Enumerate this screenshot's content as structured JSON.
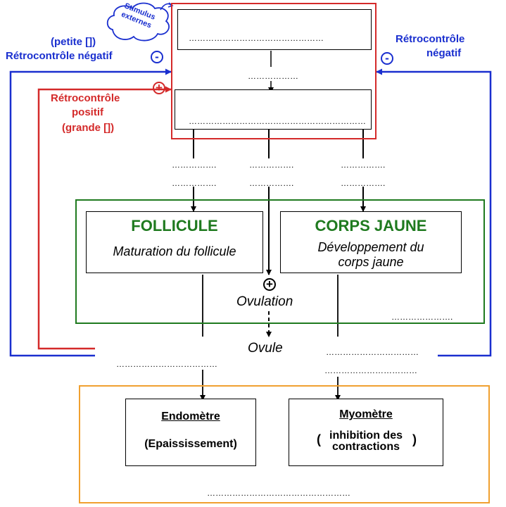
{
  "stimulus": "Stimulus externes",
  "neg_feedback_left": {
    "concentration": "(petite [])",
    "label": "Rétrocontrôle négatif",
    "sign": "-"
  },
  "neg_feedback_right": {
    "line1": "Rétrocontrôle",
    "line2": "négatif",
    "sign": "-"
  },
  "pos_feedback": {
    "line1": "Rétrocontrôle",
    "line2": "positif",
    "concentration": "(grande [])",
    "sign": "+"
  },
  "blanks": {
    "top_box": "…………………………………………",
    "middle": "………………",
    "second_box": "………………………………………………………",
    "col1_line1": "…………….",
    "col1_line2": "…………….",
    "col2_line1": "…………….",
    "col2_line2": "…………….",
    "col3_line1": "…………….",
    "col3_line2": "…………….",
    "green_right": "………………….",
    "left_hormone": "………………………………",
    "right_hormone1": "……………………………",
    "right_hormone2": "……………………………",
    "bottom": "……………………………………………"
  },
  "follicule": {
    "title": "FOLLICULE",
    "desc": "Maturation du follicule"
  },
  "corps_jaune": {
    "title": "CORPS JAUNE",
    "desc_line1": "Développement du",
    "desc_line2": "corps jaune"
  },
  "ovulation": {
    "sign": "+",
    "label": "Ovulation"
  },
  "ovule": "Ovule",
  "endometre": {
    "title": "Endomètre",
    "desc": "(Epaississement)"
  },
  "myometre": {
    "title": "Myomètre",
    "desc_line1": "inhibition des",
    "desc_line2": "contractions",
    "paren_open": "(",
    "paren_close": ")"
  },
  "colors": {
    "blue": "#1a2fcf",
    "red": "#d42a2a",
    "green": "#1f7a1f",
    "orange": "#f0a030"
  }
}
